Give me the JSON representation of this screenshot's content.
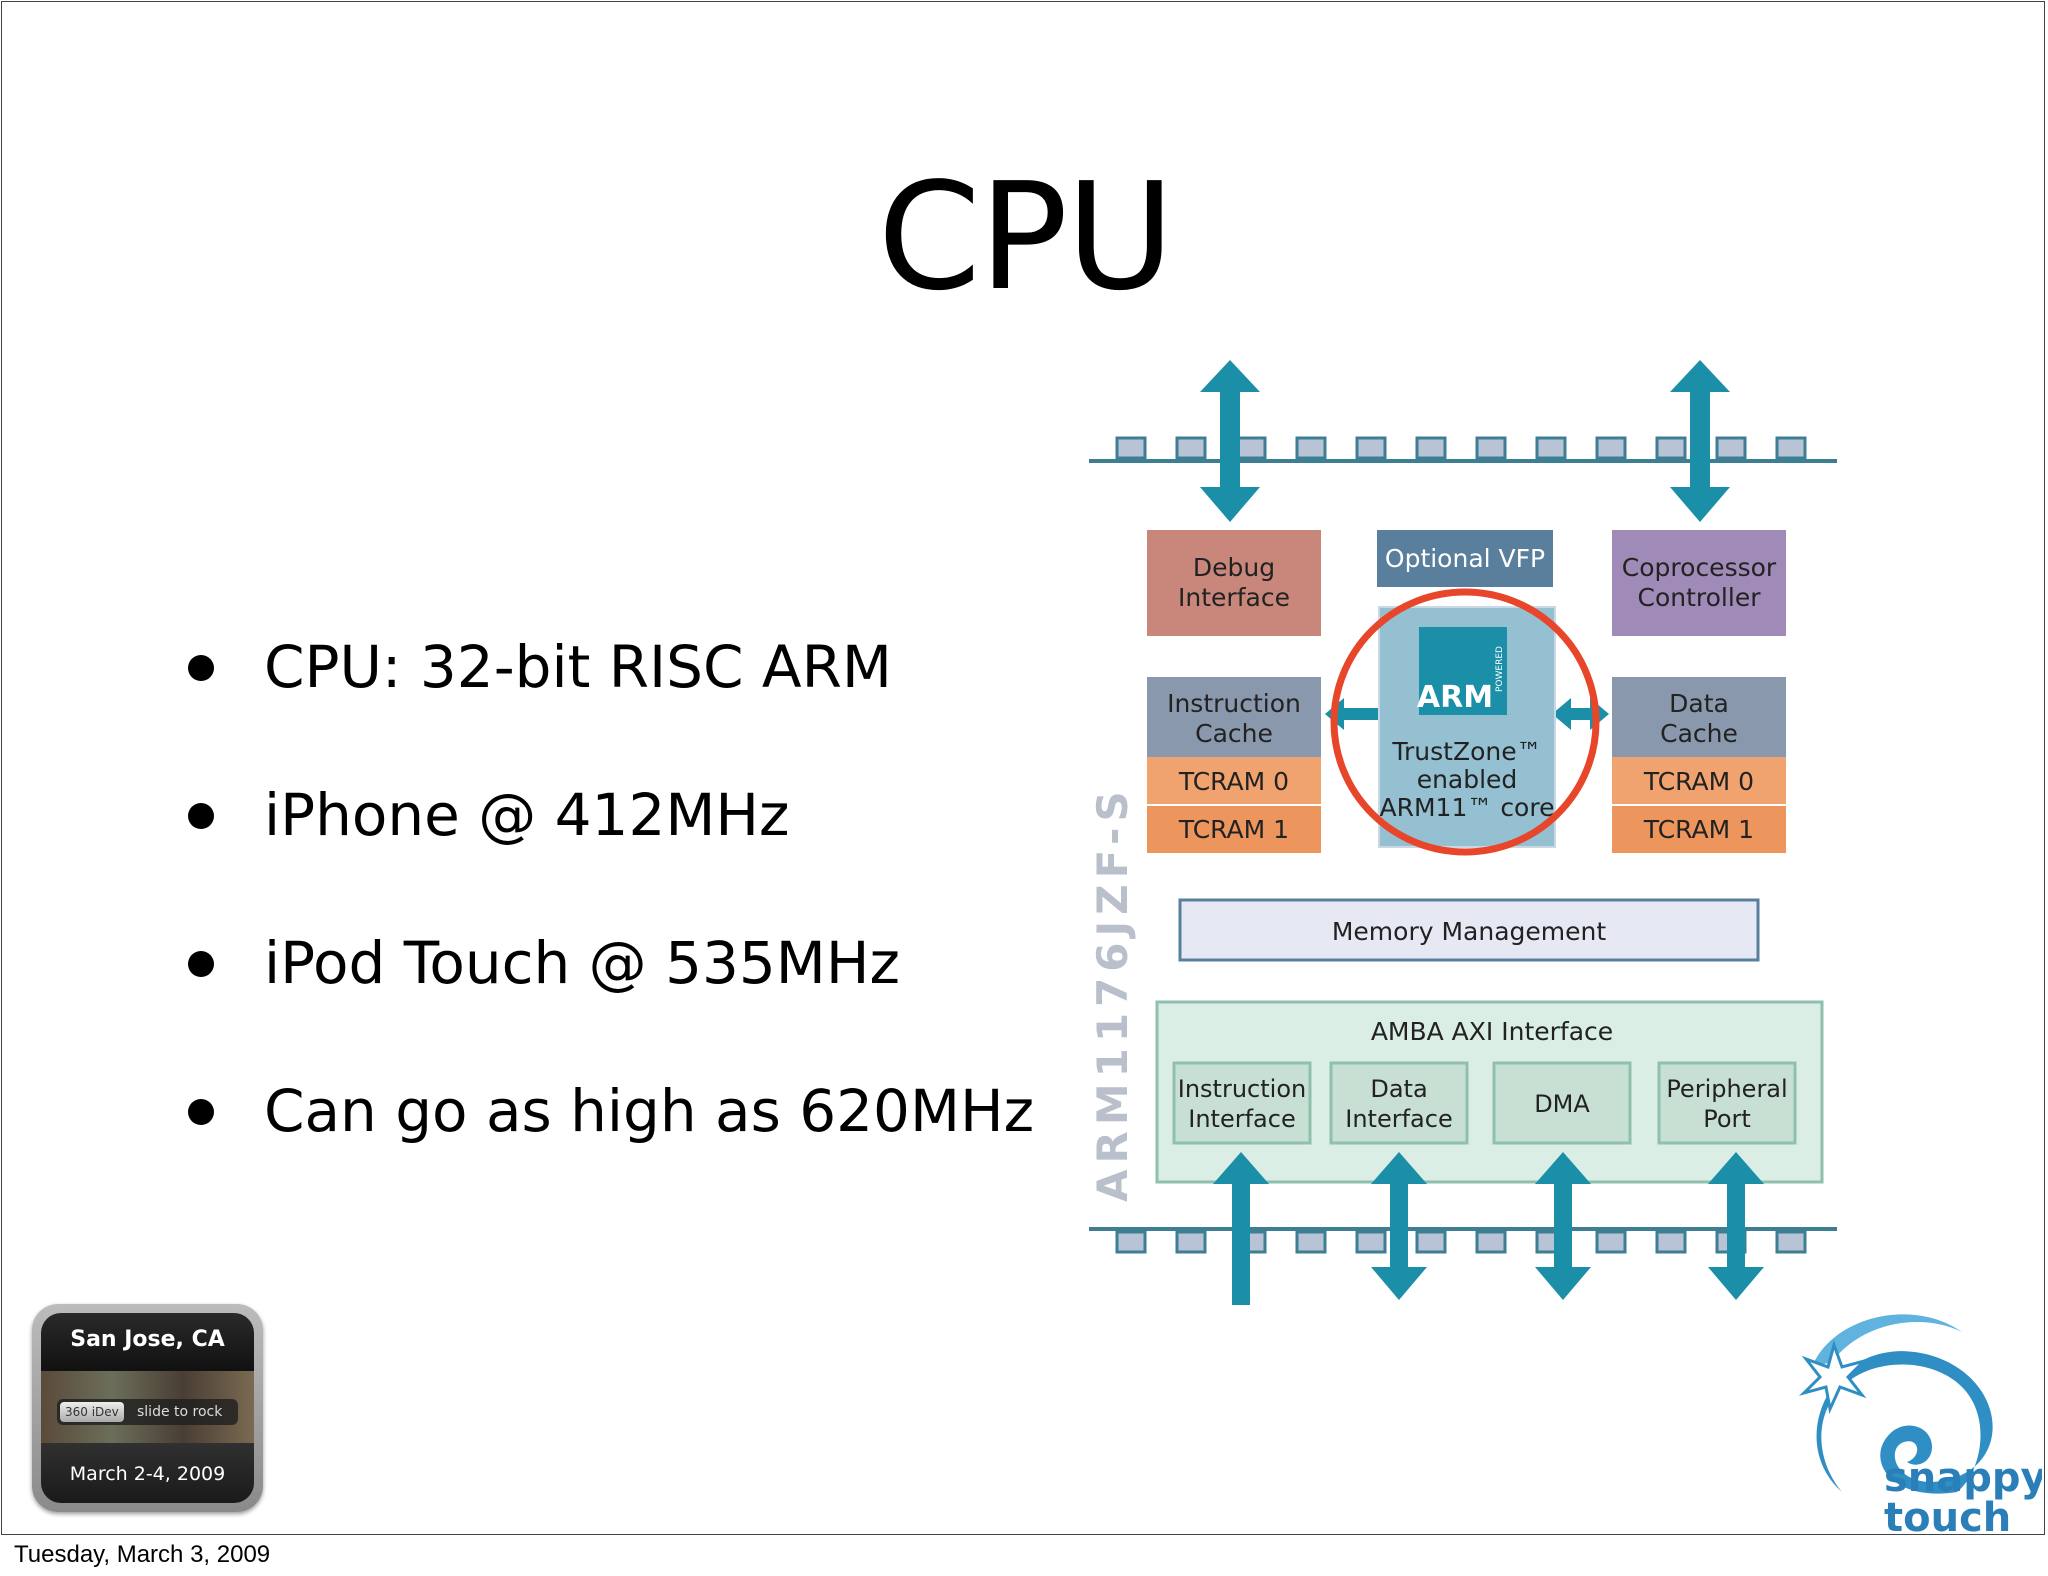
{
  "slide": {
    "title": "CPU",
    "bullets": [
      "CPU: 32-bit RISC ARM",
      "iPhone @ 412MHz",
      "iPod Touch @ 535MHz",
      "Can go as high as 620MHz"
    ]
  },
  "diagram": {
    "side_label": "ARM1176JZF-S",
    "debug_interface": [
      "Debug",
      "Interface"
    ],
    "optional_vfp": "Optional VFP",
    "coprocessor_controller": [
      "Coprocessor",
      "Controller"
    ],
    "instruction_cache": [
      "Instruction",
      "Cache"
    ],
    "data_cache": [
      "Data",
      "Cache"
    ],
    "tcram0": "TCRAM 0",
    "tcram1": "TCRAM 1",
    "arm_logo": "ARM",
    "arm_powered": "POWERED",
    "core_lines": [
      "TrustZone™",
      "enabled",
      "ARM11™ core"
    ],
    "memory_management": "Memory Management",
    "amba_axi": "AMBA AXI Interface",
    "instruction_interface": [
      "Instruction",
      "Interface"
    ],
    "data_interface": [
      "Data",
      "Interface"
    ],
    "dma": "DMA",
    "peripheral_port": [
      "Peripheral",
      "Port"
    ],
    "colors": {
      "teal_arrow": "#1b8fa8",
      "debug": "#c9877c",
      "vfp": "#5a7f9c",
      "coprocessor": "#a08ab8",
      "cache": "#8a98ad",
      "tcram": "#f0a36e",
      "core": "#94c0d2",
      "highlight_ring": "#e8462a",
      "memory": "#e6e8f4",
      "amba": "#dbeee5",
      "amba_box": "#c8e0d4"
    }
  },
  "badge": {
    "city": "San Jose, CA",
    "brand": "360 iDev",
    "slide_text": "slide to rock",
    "dates": "March 2-4, 2009"
  },
  "logo": {
    "line1": "snappy",
    "line2": "touch"
  },
  "footer": {
    "date": "Tuesday, March 3, 2009"
  }
}
